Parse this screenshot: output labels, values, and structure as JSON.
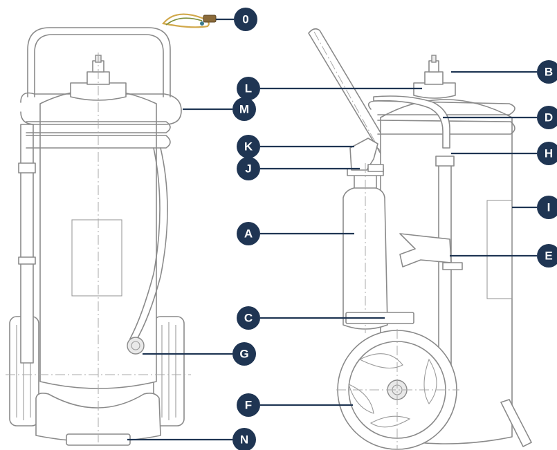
{
  "colors": {
    "badge": "#1f3553",
    "outline": "#8a8a8a",
    "background": "#ffffff"
  },
  "callouts": [
    {
      "id": "zero",
      "label": "0"
    },
    {
      "id": "b",
      "label": "B"
    },
    {
      "id": "l",
      "label": "L"
    },
    {
      "id": "m",
      "label": "M"
    },
    {
      "id": "d",
      "label": "D"
    },
    {
      "id": "k",
      "label": "K"
    },
    {
      "id": "h",
      "label": "H"
    },
    {
      "id": "j",
      "label": "J"
    },
    {
      "id": "i",
      "label": "I"
    },
    {
      "id": "a",
      "label": "A"
    },
    {
      "id": "e",
      "label": "E"
    },
    {
      "id": "c",
      "label": "C"
    },
    {
      "id": "g",
      "label": "G"
    },
    {
      "id": "f",
      "label": "F"
    },
    {
      "id": "n",
      "label": "N"
    }
  ]
}
